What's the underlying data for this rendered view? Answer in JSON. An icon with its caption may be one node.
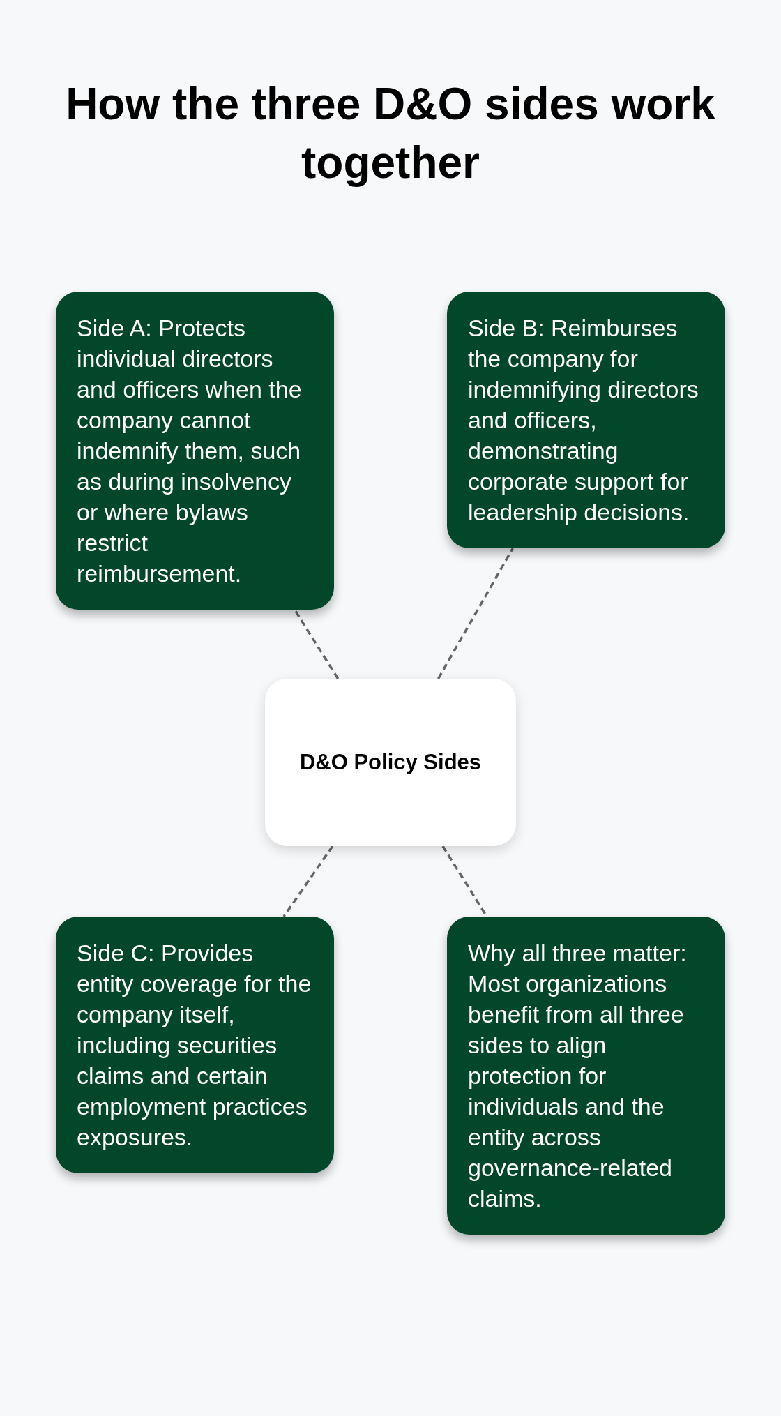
{
  "diagram": {
    "title": "How the three D&O sides work together",
    "nodes": [
      {
        "text": [
          "Side A: Protects individual directors and officers when the company cannot indemnify them, such as during insolvency or where bylaws restrict reimbursement."
        ]
      },
      {
        "text": [
          "Side B: Reimburses the company for indemnifying directors and officers, demonstrating corporate support for leadership decisions."
        ]
      },
      {
        "text": [
          "D&O Policy Sides"
        ]
      },
      {
        "text": [
          "Side C: Provides entity coverage for the company itself, including securities claims and certain employment practices exposures."
        ]
      },
      {
        "text": [
          "Why all three matter: Most organizations benefit from all three sides to align protection for individuals and the entity across governance-related claims."
        ]
      }
    ],
    "edges": [
      {
        "from": 2,
        "to": 0,
        "arrow": "none",
        "style": "dashed"
      },
      {
        "from": 2,
        "to": 1,
        "arrow": "none",
        "style": "dashed"
      },
      {
        "from": 2,
        "to": 3,
        "arrow": "none",
        "style": "dashed"
      },
      {
        "from": 2,
        "to": 4,
        "arrow": "none",
        "style": "dashed"
      }
    ]
  }
}
